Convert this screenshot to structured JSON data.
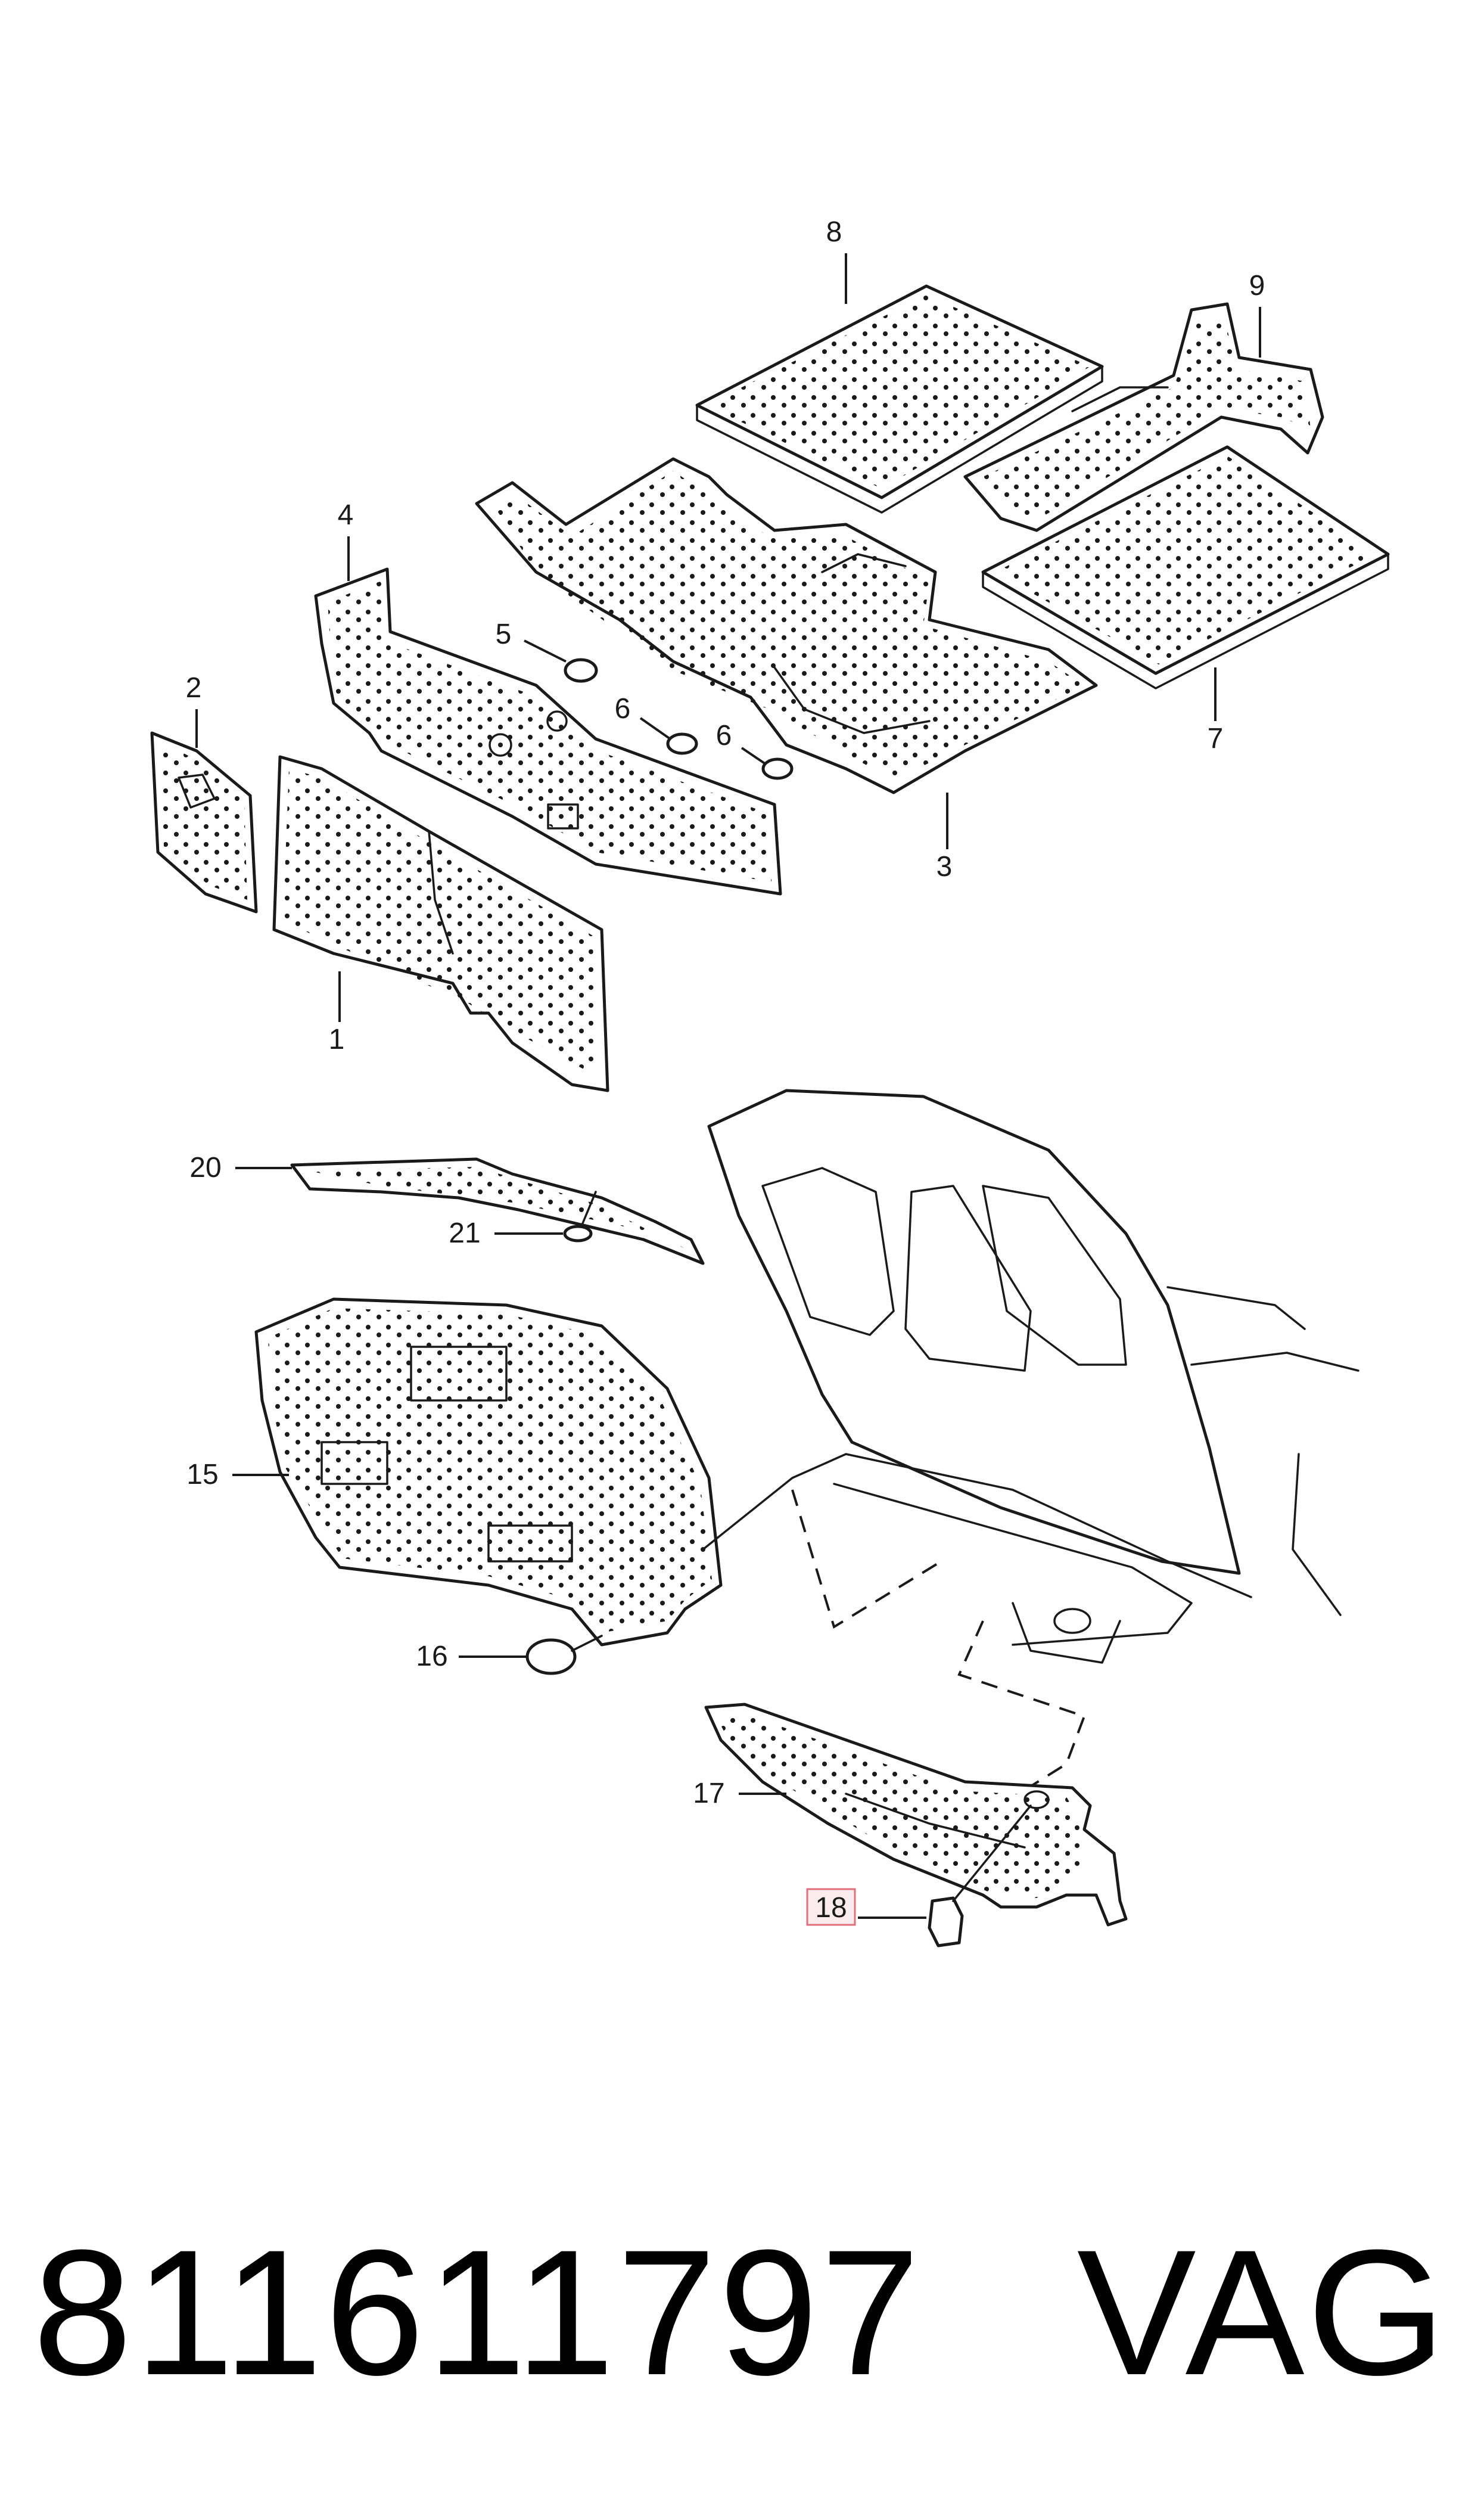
{
  "callouts": {
    "c1": "1",
    "c2": "2",
    "c3": "3",
    "c4": "4",
    "c5": "5",
    "c6a": "6",
    "c6b": "6",
    "c7": "7",
    "c8": "8",
    "c9": "9",
    "c15": "15",
    "c16": "16",
    "c17": "17",
    "c18": "18",
    "c20": "20",
    "c21": "21"
  },
  "highlighted_callout": "18",
  "footer": {
    "part_number": "811611797",
    "brand": "VAG"
  },
  "colors": {
    "line": "#1a1a1a",
    "highlight_fill": "#fdecee",
    "highlight_stroke": "#e0707a"
  }
}
